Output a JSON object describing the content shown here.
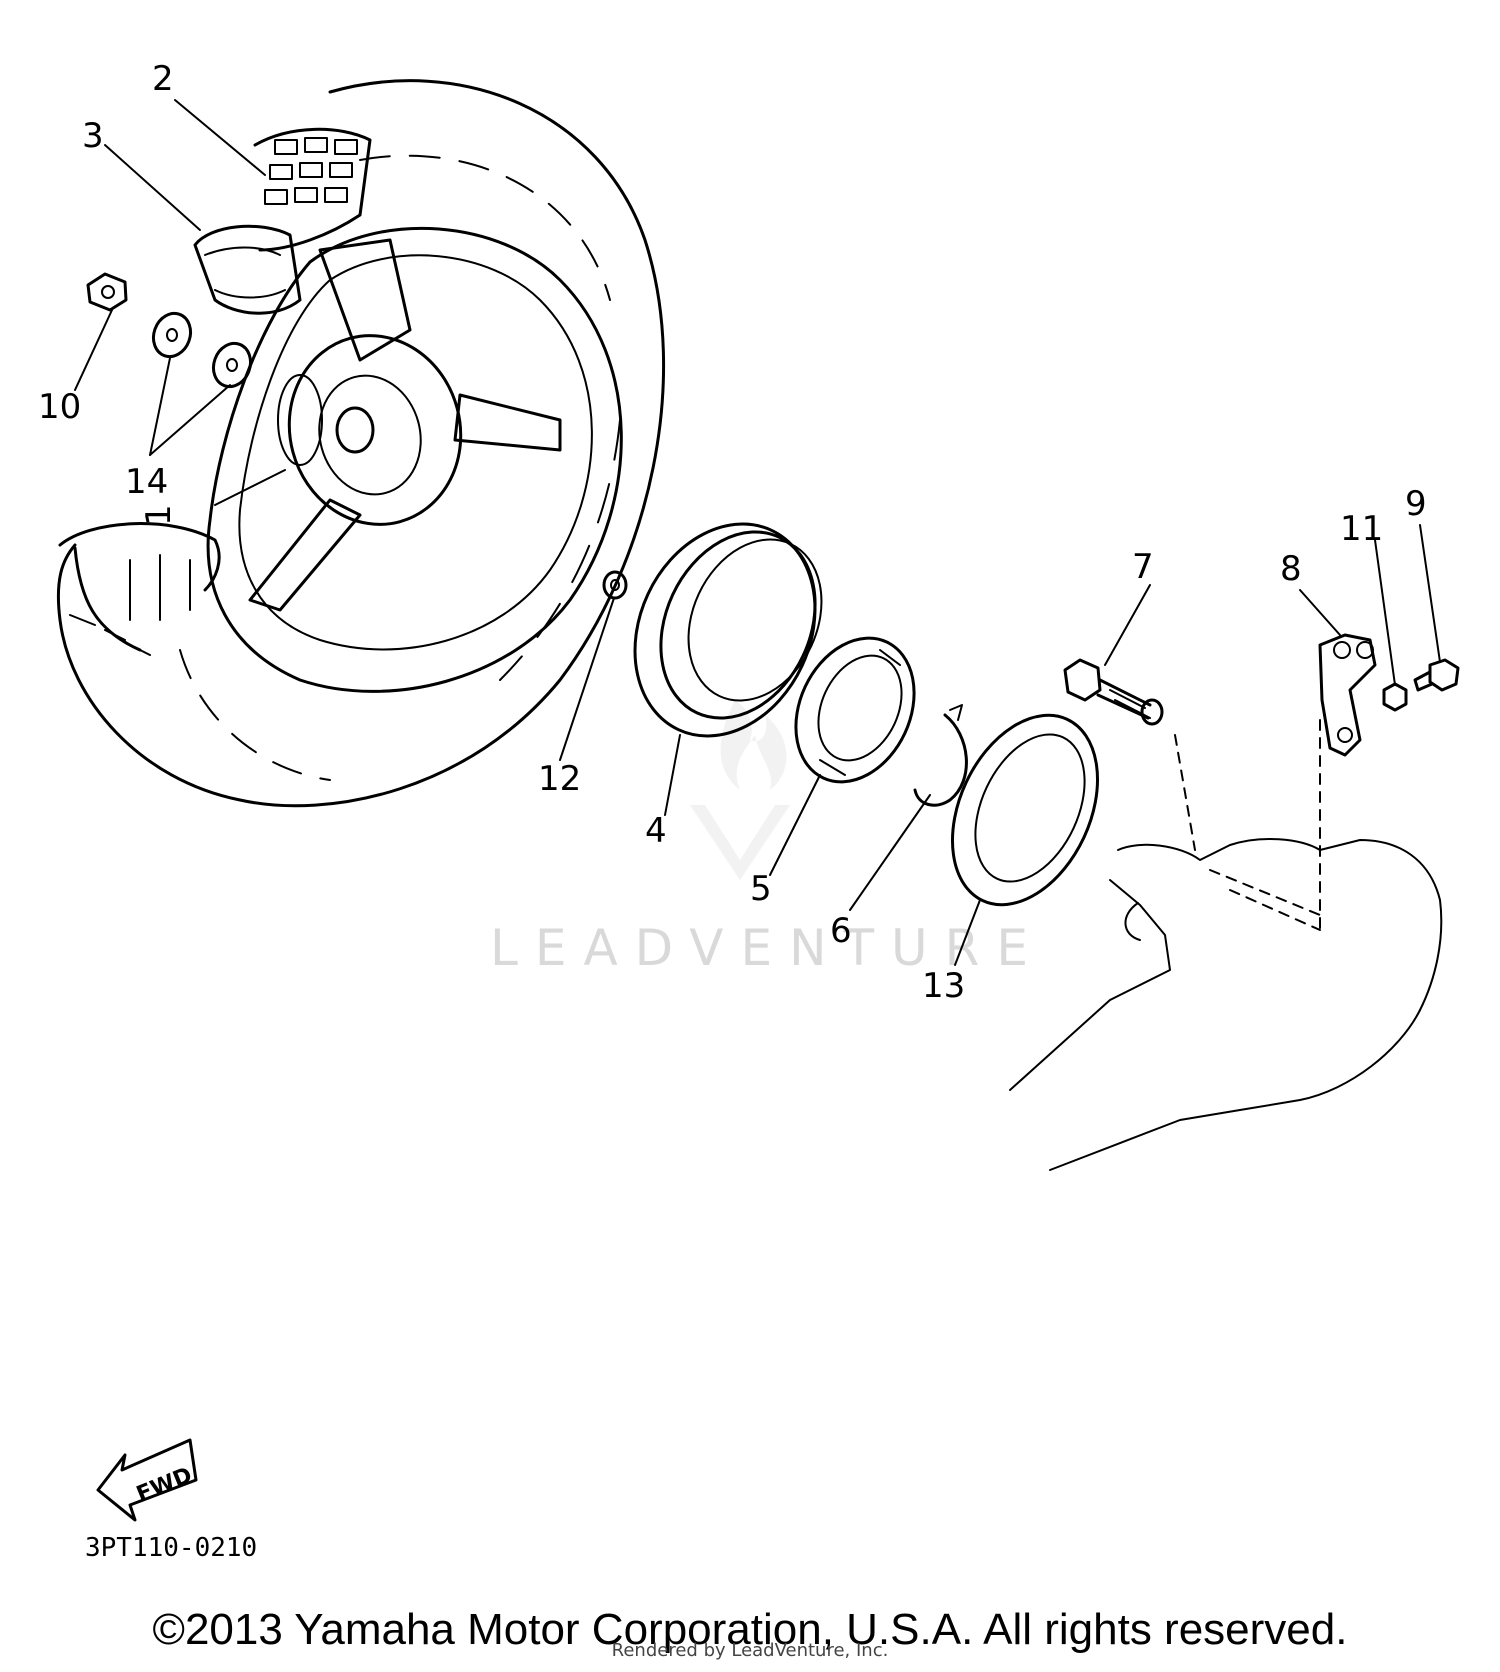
{
  "diagram": {
    "callouts": [
      "1",
      "2",
      "3",
      "4",
      "5",
      "6",
      "7",
      "8",
      "9",
      "10",
      "11",
      "12",
      "13",
      "14"
    ],
    "fwd_label": "FWD",
    "diagram_code": "3PT110-0210",
    "watermark": "LEADVENTURE"
  },
  "footer": {
    "copyright": "©2013 Yamaha Motor Corporation, U.S.A. All rights reserved.",
    "rendered_by": "Rendered by LeadVenture, Inc."
  }
}
